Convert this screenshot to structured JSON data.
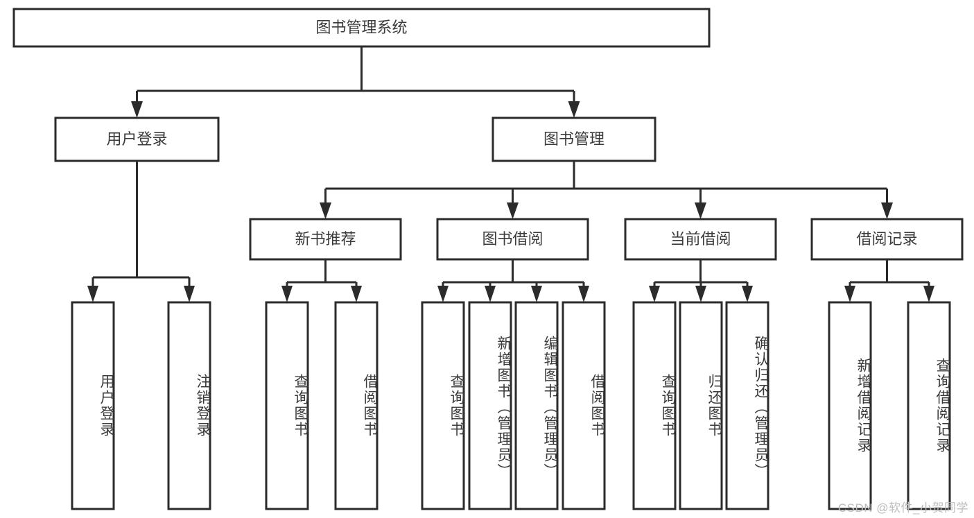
{
  "diagram": {
    "title": "图书管理系统",
    "type": "tree-hierarchy",
    "colors": {
      "stroke": "#2b2b2b",
      "box_fill": "#ffffff",
      "text": "#3a3a3a",
      "watermark": "#bdbdbd"
    },
    "root": {
      "label": "图书管理系统"
    },
    "level2": [
      {
        "label": "用户登录"
      },
      {
        "label": "图书管理"
      }
    ],
    "level3": [
      {
        "label": "新书推荐"
      },
      {
        "label": "图书借阅"
      },
      {
        "label": "当前借阅"
      },
      {
        "label": "借阅记录"
      }
    ],
    "leaves": [
      {
        "label": "用户登录"
      },
      {
        "label": "注销登录"
      },
      {
        "label": "查询图书"
      },
      {
        "label": "借阅图书"
      },
      {
        "label": "查询图书"
      },
      {
        "label": "新增图书（管理员）"
      },
      {
        "label": "编辑图书（管理员）"
      },
      {
        "label": "借阅图书"
      },
      {
        "label": "查询图书"
      },
      {
        "label": "归还图书"
      },
      {
        "label": "确认归还（管理员）"
      },
      {
        "label": "新增借阅记录"
      },
      {
        "label": "查询借阅记录"
      }
    ]
  },
  "watermark": {
    "text": "CSDN @软件_小贺同学"
  }
}
